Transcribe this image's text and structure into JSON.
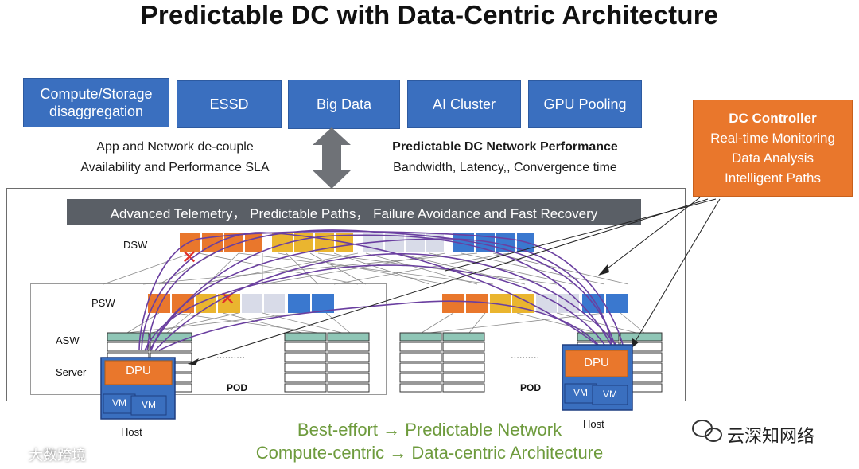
{
  "title": "Predictable DC with Data-Centric Architecture",
  "top_boxes": [
    "Compute/Storage disaggregation",
    "ESSD",
    "Big Data",
    "AI Cluster",
    "GPU Pooling"
  ],
  "left_text": {
    "line1": "App and Network de-couple",
    "line2": "Availability and Performance SLA"
  },
  "right_text": {
    "line1": "Predictable DC Network Performance",
    "line2": "Bandwidth, Latency,, Convergence time"
  },
  "controller": {
    "title": "DC Controller",
    "items": [
      "Real-time Monitoring",
      "Data Analysis",
      "Intelligent Paths"
    ]
  },
  "banner": "Advanced Telemetry， Predictable Paths， Failure Avoidance and Fast Recovery",
  "labels": {
    "dsw": "DSW",
    "psw": "PSW",
    "asw": "ASW",
    "server": "Server",
    "pod": "POD",
    "dots": "..........",
    "dpu": "DPU",
    "vm": "VM",
    "host": "Host"
  },
  "bottom": {
    "line1": "Best-effort → Predictable Network",
    "line2": "Compute-centric → Data-centric Architecture"
  },
  "watermark_left": "大数跨境",
  "watermark_right": "云深知网络",
  "colors": {
    "blue": "#3a6fbf",
    "orange": "#e9772c",
    "yellow": "#eab52f",
    "lightgray": "#d8dbe8",
    "purple": "#6a3fa0",
    "green": "#6e9b3d"
  }
}
